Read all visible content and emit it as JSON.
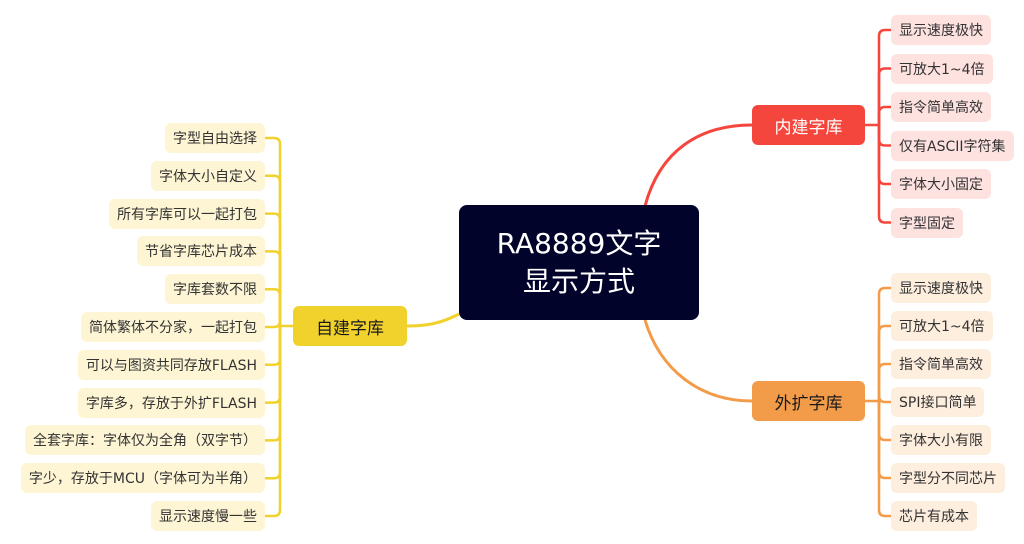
{
  "colors": {
    "root_bg": "#02032a",
    "red": "#f5463e",
    "orange": "#f29b48",
    "yellow": "#f1d22c",
    "red_leaf": "#fde2e0",
    "orange_leaf": "#fdeede",
    "yellow_leaf": "#fdf5d4"
  },
  "root": {
    "line1": "RA8889文字",
    "line2": "显示方式"
  },
  "branches": {
    "builtin": {
      "label": "内建字库",
      "items": [
        "显示速度极快",
        "可放大1~4倍",
        "指令简单高效",
        "仅有ASCII字符集",
        "字体大小固定",
        "字型固定"
      ]
    },
    "external": {
      "label": "外扩字库",
      "items": [
        "显示速度极快",
        "可放大1~4倍",
        "指令简单高效",
        "SPI接口简单",
        "字体大小有限",
        "字型分不同芯片",
        "芯片有成本"
      ]
    },
    "custom": {
      "label": "自建字库",
      "items": [
        "字型自由选择",
        "字体大小自定义",
        "所有字库可以一起打包",
        "节省字库芯片成本",
        "字库套数不限",
        "简体繁体不分家，一起打包",
        "可以与图资共同存放FLASH",
        "字库多，存放于外扩FLASH",
        "全套字库：字体仅为全角（双字节）",
        "字少，存放于MCU（字体可为半角）",
        "显示速度慢一些"
      ]
    }
  }
}
